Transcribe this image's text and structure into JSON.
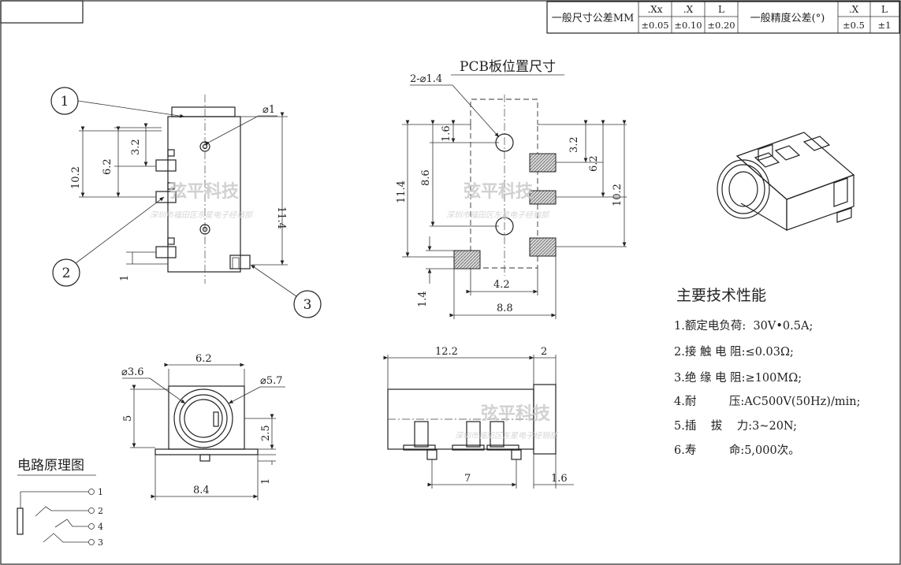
{
  "tolerance_table": {
    "general_dim_label": "一般尺寸公差MM",
    "col_xx": ".Xx",
    "col_x": ".X",
    "col_l": "L",
    "val_xx": "±0.05",
    "val_x": "±0.10",
    "val_l": "±0.20",
    "general_angle_label": "一般精度公差(°)",
    "ang_col_x": ".X",
    "ang_col_l": "L",
    "ang_val_x": "±0.5",
    "ang_val_l": "±1"
  },
  "pcb_title": "PCB板位置尺寸",
  "callouts": {
    "c1": "1",
    "c2": "2",
    "c3": "3"
  },
  "front_view": {
    "hole_dim": "⌀1",
    "d_32": "3.2",
    "d_62": "6.2",
    "d_102": "10.2",
    "d_114": "11.4",
    "d_1": "1"
  },
  "pcb_view": {
    "holes": "2-⌀1.4",
    "d_16": "1.6",
    "d_86": "8.6",
    "d_114": "11.4",
    "d_32": "3.2",
    "d_62": "6.2",
    "d_102": "10.2",
    "d_42": "4.2",
    "d_88": "8.8",
    "d_14": "1.4"
  },
  "end_view": {
    "d_36": "⌀3.6",
    "d_62": "6.2",
    "d_57": "⌀5.7",
    "d_5": "5",
    "d_25": "2.5",
    "d_1": "1",
    "d_84": "8.4"
  },
  "side_view": {
    "d_122": "12.2",
    "d_2": "2",
    "d_7": "7",
    "d_16": "1.6"
  },
  "circuit": {
    "title": "电路原理图",
    "p1": "1",
    "p2": "2",
    "p4": "4",
    "p3": "3"
  },
  "specs": {
    "title": "主要技术性能",
    "items": [
      "1.额定电负荷:  30V•0.5A;",
      "2.接 触 电 阻:≤0.03Ω;",
      "3.绝 缘 电 阻:≥100MΩ;",
      "4.耐         压:AC500V(50Hz)/min;",
      "5.插    拔    力:3~20N;",
      "6.寿         命:5,000次。"
    ]
  },
  "watermark": {
    "brand": "弦平科技",
    "company": "深圳市福田区东星电子经销部"
  }
}
